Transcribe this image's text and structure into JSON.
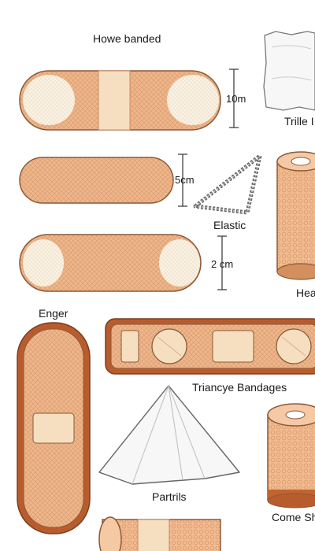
{
  "labels": {
    "howe_banded": "Howe banded",
    "ten_m": "10m",
    "trille": "Trille I",
    "five_cm": "5cm",
    "elastic": "Elastic",
    "two_cm": "2 cm",
    "hea": "Hea",
    "enger": "Enger",
    "triancye": "Triancye Bandages",
    "partrils": "Partrils",
    "come_sh": "Come Sh"
  },
  "colors": {
    "skin": "#efb68b",
    "skin_dark": "#c98a5c",
    "pad": "#f6dfc0",
    "outline": "#8a5a3a",
    "border_brown": "#a0522d"
  }
}
